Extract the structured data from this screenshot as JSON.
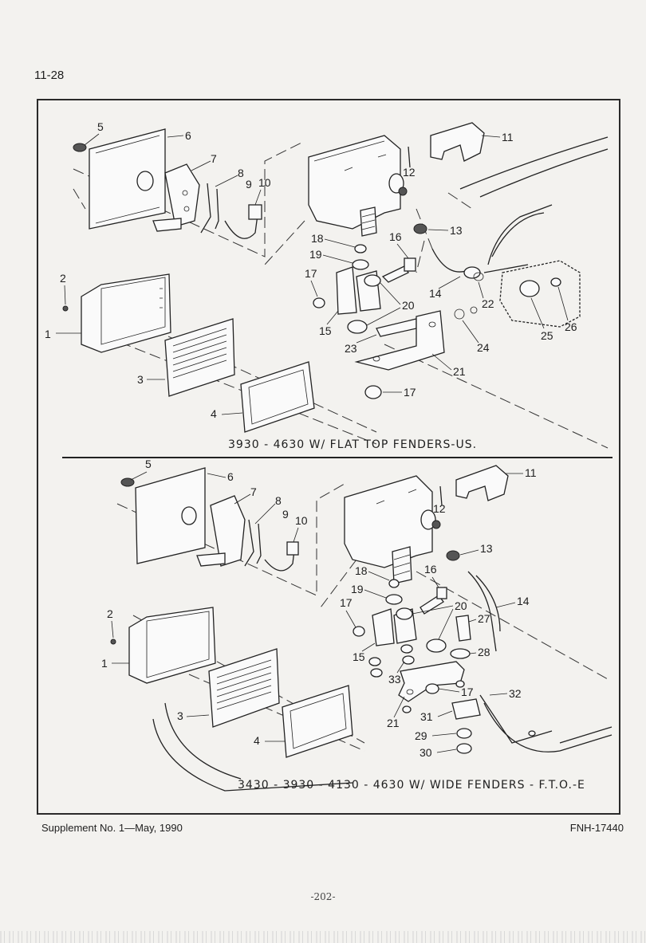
{
  "page": {
    "id": "11-28",
    "footer_left": "Supplement No. 1—May, 1990",
    "footer_right": "FNH-17440",
    "page_number": "-202-"
  },
  "sections": [
    {
      "caption": "3930 - 4630 W/ FLAT TOP FENDERS-US.",
      "callouts": [
        "1",
        "2",
        "3",
        "4",
        "5",
        "6",
        "7",
        "8",
        "9",
        "10",
        "11",
        "12",
        "13",
        "14",
        "15",
        "16",
        "17",
        "18",
        "19",
        "20",
        "21",
        "22",
        "23",
        "24",
        "25",
        "26"
      ]
    },
    {
      "caption": "3430 - 3930 - 4130 - 4630 W/ WIDE FENDERS - F.T.O.-E",
      "callouts": [
        "1",
        "2",
        "3",
        "4",
        "5",
        "6",
        "7",
        "8",
        "9",
        "10",
        "11",
        "12",
        "13",
        "14",
        "15",
        "16",
        "17",
        "18",
        "19",
        "20",
        "21",
        "27",
        "28",
        "29",
        "30",
        "31",
        "32",
        "33"
      ]
    }
  ]
}
